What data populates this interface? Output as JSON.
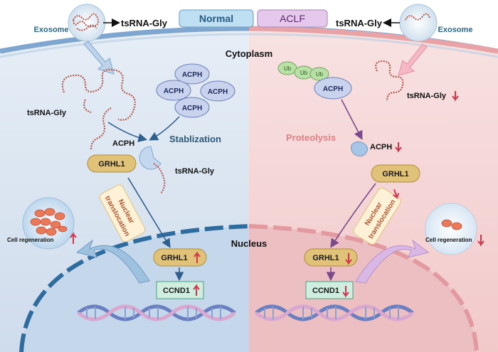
{
  "header": {
    "normal_label": "Normal",
    "aclf_label": "ACLF"
  },
  "left": {
    "exosome_label": "Exosome",
    "tsrna_top": "tsRNA-Gly",
    "tsrna_mid": "tsRNA-Gly",
    "acph_cluster": [
      "ACPH",
      "ACPH",
      "ACPH",
      "ACPH"
    ],
    "acph_label": "ACPH",
    "stabilization": "Stablization",
    "grhl1_label": "GRHL1",
    "tsrna_bound": "tsRNA-Gly",
    "nuclear_line1": "Nuclear",
    "nuclear_line2": "translocation",
    "grhl1_nucleus": "GRHL1",
    "ccnd1": "CCND1",
    "cell_regen": "Cell regeneration"
  },
  "center": {
    "cytoplasm": "Cytoplasm",
    "nucleus": "Nucleus"
  },
  "right": {
    "exosome_label": "Exosome",
    "tsrna_top": "tsRNA-Gly",
    "ub": [
      "Ub",
      "Ub",
      "Ub"
    ],
    "acph_ub": "ACPH",
    "tsrna_mid": "tsRNA-Gly",
    "proteolysis": "Proteolysis",
    "acph_label": "ACPH",
    "grhl1_label": "GRHL1",
    "nuclear_line1": "Nuclear",
    "nuclear_line2": "translocation",
    "grhl1_nucleus": "GRHL1",
    "ccnd1": "CCND1",
    "cell_regen": "Cell regeneration"
  },
  "colors": {
    "left_bg": "#dbe6f2",
    "right_bg": "#f6d7d7",
    "left_membrane": "#7ea6cf",
    "right_membrane": "#e8a3a6",
    "stabilization": "#2b5a7a",
    "proteolysis": "#e47f84",
    "acph_fill": "#c9d3ee",
    "grhl1_fill": "#e0c279",
    "ccnd1_fill": "#cfeee0",
    "up_arrow": "#d6334b",
    "down_arrow": "#d6334b",
    "left_path": "#2f5f8a",
    "right_path": "#7a4a8c"
  }
}
